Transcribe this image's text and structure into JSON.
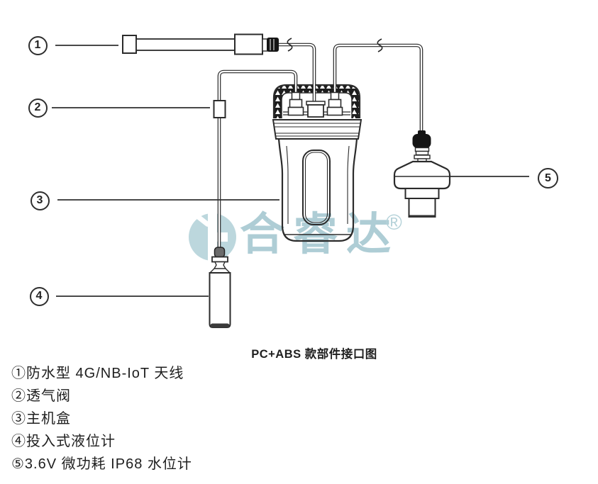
{
  "figure": {
    "caption": "PC+ABS 款部件接口图",
    "callouts": [
      "1",
      "2",
      "3",
      "4",
      "5"
    ]
  },
  "legend": {
    "items": [
      "①防水型 4G/NB-IoT 天线",
      "②透气阀",
      "③主机盒",
      "④投入式液位计",
      "⑤3.6V 微功耗 IP68 水位计"
    ]
  },
  "watermark": {
    "brand": "合睿达",
    "registered": "®",
    "color": "#aecdd5"
  },
  "colors": {
    "line": "#2b2b2b",
    "text": "#1f1f1f"
  }
}
